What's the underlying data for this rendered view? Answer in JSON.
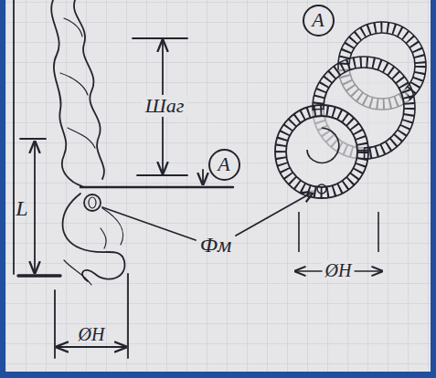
{
  "diagram": {
    "nodes": [
      {
        "text": [
          "A"
        ]
      },
      {
        "text": [
          "A"
        ]
      }
    ],
    "labels": [
      "Шаг",
      "L",
      "Фм",
      "ØH",
      "ØH"
    ]
  }
}
